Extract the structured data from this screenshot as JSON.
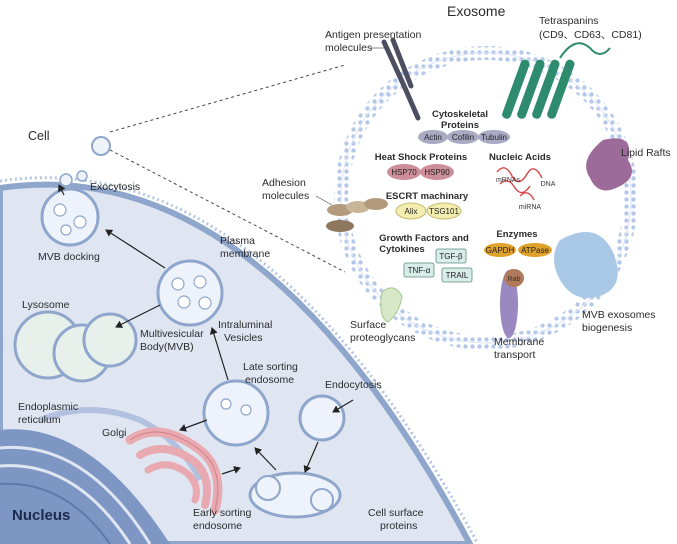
{
  "title": "Exosome",
  "cell": {
    "cell_label": "Cell",
    "exocytosis": "Exocytosis",
    "mvb_docking": "MVB docking",
    "plasma_membrane_1": "Plasma",
    "plasma_membrane_2": "membrane",
    "lysosome": "Lysosome",
    "mvb_1": "Multivesicular",
    "mvb_2": "Body(MVB)",
    "intraluminal_1": "Intraluminal",
    "intraluminal_2": "Vesicles",
    "late_sorting_1": "Late sorting",
    "late_sorting_2": "endosome",
    "endocytosis": "Endocytosis",
    "er_1": "Endoplasmic",
    "er_2": "reticulum",
    "golgi": "Golgi",
    "nucleus": "Nucleus",
    "early_sorting_1": "Early sorting",
    "early_sorting_2": "endosome",
    "cell_surface_1": "Cell surface",
    "cell_surface_2": "proteins"
  },
  "exosome": {
    "antigen_1": "Antigen presentation",
    "antigen_2": "molecules",
    "tetraspanins_1": "Tetraspanins",
    "tetraspanins_2": "(CD9、CD63、CD81)",
    "lipid_rafts": "Lipid Rafts",
    "adhesion_1": "Adhesion",
    "adhesion_2": "molecules",
    "mvb_biogenesis_1": "MVB exosomes",
    "mvb_biogenesis_2": "biogenesis",
    "surface_proteoglycans_1": "Surface",
    "surface_proteoglycans_2": "proteoglycans",
    "membrane_transport_1": "Membrane",
    "membrane_transport_2": "transport",
    "rab": "Rab",
    "cytoskeletal_1": "Cytoskeletal",
    "cytoskeletal_2": "Proteins",
    "cytoskeletal_items": [
      "Actin",
      "Cofilin",
      "Tubulin"
    ],
    "heat_shock": "Heat Shock Proteins",
    "heat_shock_items": [
      "HSP70",
      "HSP90"
    ],
    "nucleic_acids": "Nucleic Acids",
    "mrnas": "mRNAs",
    "dna": "DNA",
    "mirna": "miRNA",
    "escrt": "ESCRT machinary",
    "escrt_items": [
      "Alix",
      "TSG101"
    ],
    "growth_1": "Growth Factors and",
    "growth_2": "Cytokines",
    "growth_items": [
      "TGF-β",
      "TNF-α",
      "TRAIL"
    ],
    "enzymes": "Enzymes",
    "enzyme_items": [
      "GAPDH",
      "ATPase"
    ]
  },
  "colors": {
    "cell_fill": "#dfe6f2",
    "membrane": "#8fa6cc",
    "nucleus": "#7d96c4",
    "golgi": "#e8aab0",
    "tetraspanin": "#2e8b6e",
    "lipid_raft": "#9c6b9a",
    "biogenesis": "#a9c8e6",
    "proteoglycan": "#d7e8c9",
    "transport": "#9a88c0",
    "rab": "#b07a5a",
    "adhesion": "#b39a7c",
    "pill_grey": "#a9abc4",
    "pill_pink": "#cf8f9a",
    "pill_yellow": "#f3edb0",
    "pill_teal": "#d8ece8",
    "pill_orange": "#e0a22b"
  }
}
